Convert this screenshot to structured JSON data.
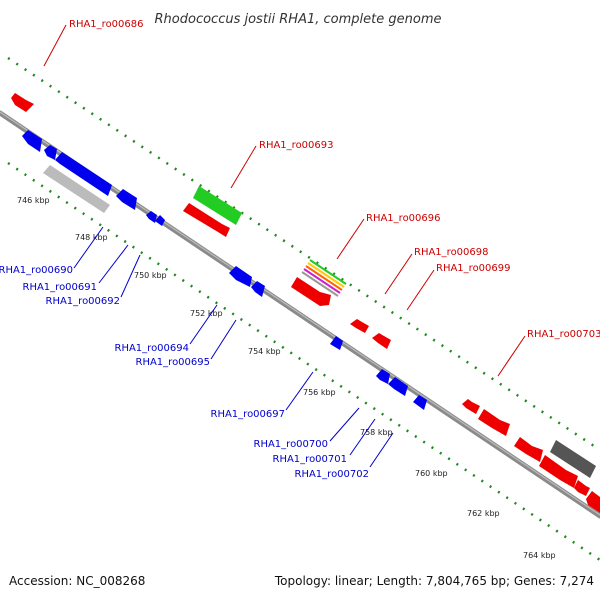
{
  "title": "Rhodococcus jostii RHA1, complete genome",
  "accession": "Accession: NC_008268",
  "topology": "Topology: linear; Length: 7,804,765 bp; Genes: 7,274",
  "colors": {
    "forward_label": "#cc0000",
    "reverse_label": "#0000cc",
    "scale_dots": "#228822",
    "backbone": "#888888",
    "gene_red": "#ee0000",
    "gene_blue": "#0000ee",
    "gene_green": "#22cc22",
    "gene_gray": "#bbbbbb",
    "gene_dark": "#555555"
  },
  "kbp_labels": [
    "746 kbp",
    "748 kbp",
    "750 kbp",
    "752 kbp",
    "754 kbp",
    "756 kbp",
    "758 kbp",
    "760 kbp",
    "762 kbp",
    "764 kbp"
  ],
  "forward_labels": [
    "RHA1_ro00686",
    "RHA1_ro00693",
    "RHA1_ro00696",
    "RHA1_ro00698",
    "RHA1_ro00699",
    "RHA1_ro00703"
  ],
  "reverse_labels": [
    "RHA1_ro00690",
    "RHA1_ro00691",
    "RHA1_ro00692",
    "RHA1_ro00694",
    "RHA1_ro00695",
    "RHA1_ro00697",
    "RHA1_ro00700",
    "RHA1_ro00701",
    "RHA1_ro00702"
  ]
}
